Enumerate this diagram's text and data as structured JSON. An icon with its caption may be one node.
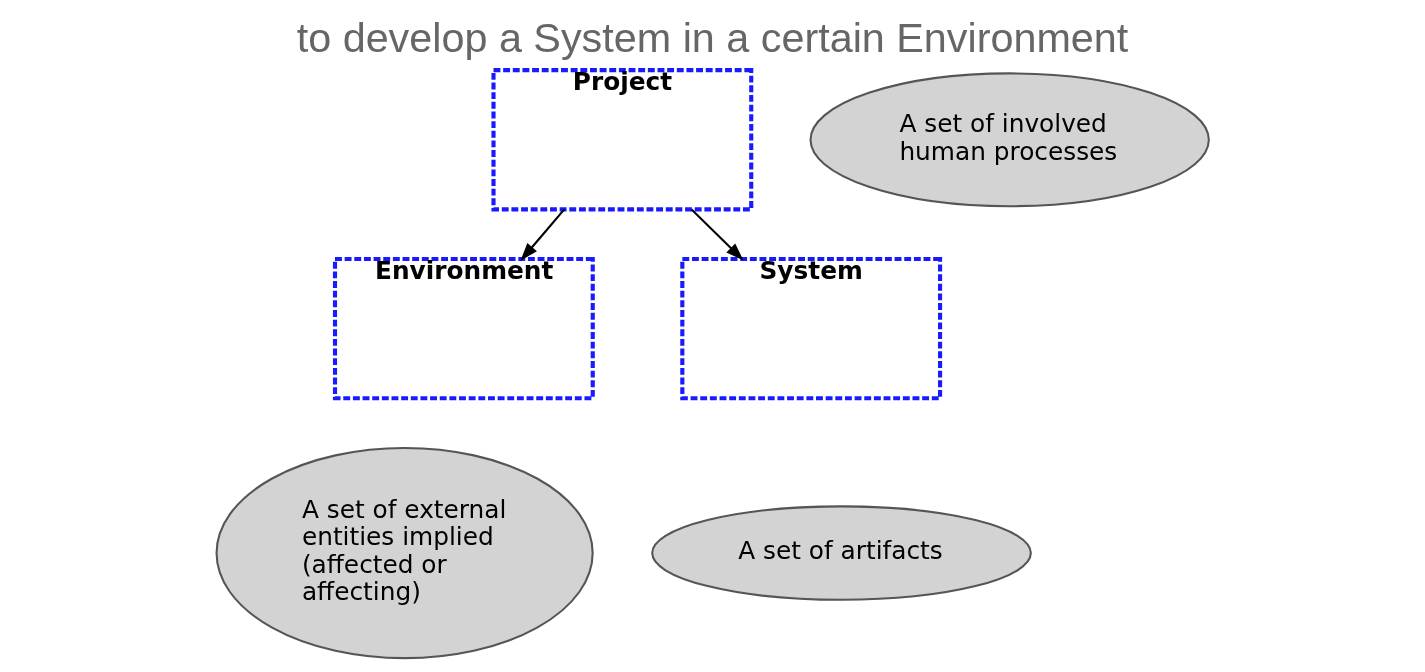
{
  "diagram": {
    "title": "to develop a System in a certain Environment",
    "nodes": [
      {
        "text": [
          "Project"
        ]
      },
      {
        "text": [
          "A set of involved human processes"
        ]
      },
      {
        "text": [
          "Environment"
        ]
      },
      {
        "text": [
          "System"
        ]
      },
      {
        "text": [
          "A set of external entities implied (affected or affecting)"
        ]
      },
      {
        "text": [
          "A set of artifacts"
        ]
      }
    ],
    "edges": [
      {
        "from": 0,
        "to": 2,
        "arrow": "to"
      },
      {
        "from": 0,
        "to": 3,
        "arrow": "to"
      }
    ]
  }
}
